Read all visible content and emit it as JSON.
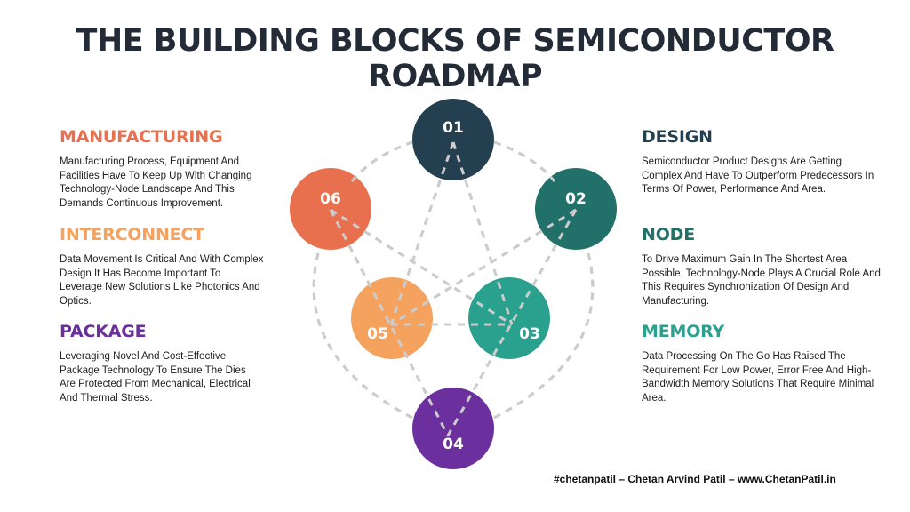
{
  "title": "THE BUILDING BLOCKS OF SEMICONDUCTOR ROADMAP",
  "sections": {
    "manufacturing": {
      "heading": "MANUFACTURING",
      "color": "#e8704f",
      "body": "Manufacturing Process, Equipment And Facilities Have To Keep Up With Changing Technology-Node Landscape And This Demands Continuous Improvement."
    },
    "interconnect": {
      "heading": "INTERCONNECT",
      "color": "#f4a25e",
      "body": "Data Movement Is Critical And With Complex Design It Has Become Important To Leverage New Solutions Like Photonics And Optics."
    },
    "package": {
      "heading": "PACKAGE",
      "color": "#6b2f9e",
      "body": "Leveraging Novel And Cost-Effective Package Technology To Ensure The Dies Are Protected From Mechanical, Electrical And Thermal Stress."
    },
    "design": {
      "heading": "DESIGN",
      "color": "#243f4f",
      "body": "Semiconductor Product Designs Are Getting Complex And Have To Outperform Predecessors In Terms Of Power, Performance And Area."
    },
    "node": {
      "heading": "NODE",
      "color": "#22706a",
      "body": "To Drive Maximum Gain In The Shortest Area Possible, Technology-Node Plays A Crucial Role And This Requires Synchronization Of Design And Manufacturing."
    },
    "memory": {
      "heading": "MEMORY",
      "color": "#2aa08e",
      "body": "Data Processing On The Go Has Raised The Requirement For Low Power, Error Free And High-Bandwidth Memory Solutions That Require Minimal Area."
    }
  },
  "diagram": {
    "nodes": [
      {
        "id": "01",
        "label": "01",
        "color": "#243f4f"
      },
      {
        "id": "02",
        "label": "02",
        "color": "#22706a"
      },
      {
        "id": "03",
        "label": "03",
        "color": "#2aa08e"
      },
      {
        "id": "04",
        "label": "04",
        "color": "#6b2f9e"
      },
      {
        "id": "05",
        "label": "05",
        "color": "#f4a25e"
      },
      {
        "id": "06",
        "label": "06",
        "color": "#e8704f"
      }
    ],
    "connector_color": "#cccccc"
  },
  "footer": "#chetanpatil – Chetan Arvind Patil – www.ChetanPatil.in"
}
